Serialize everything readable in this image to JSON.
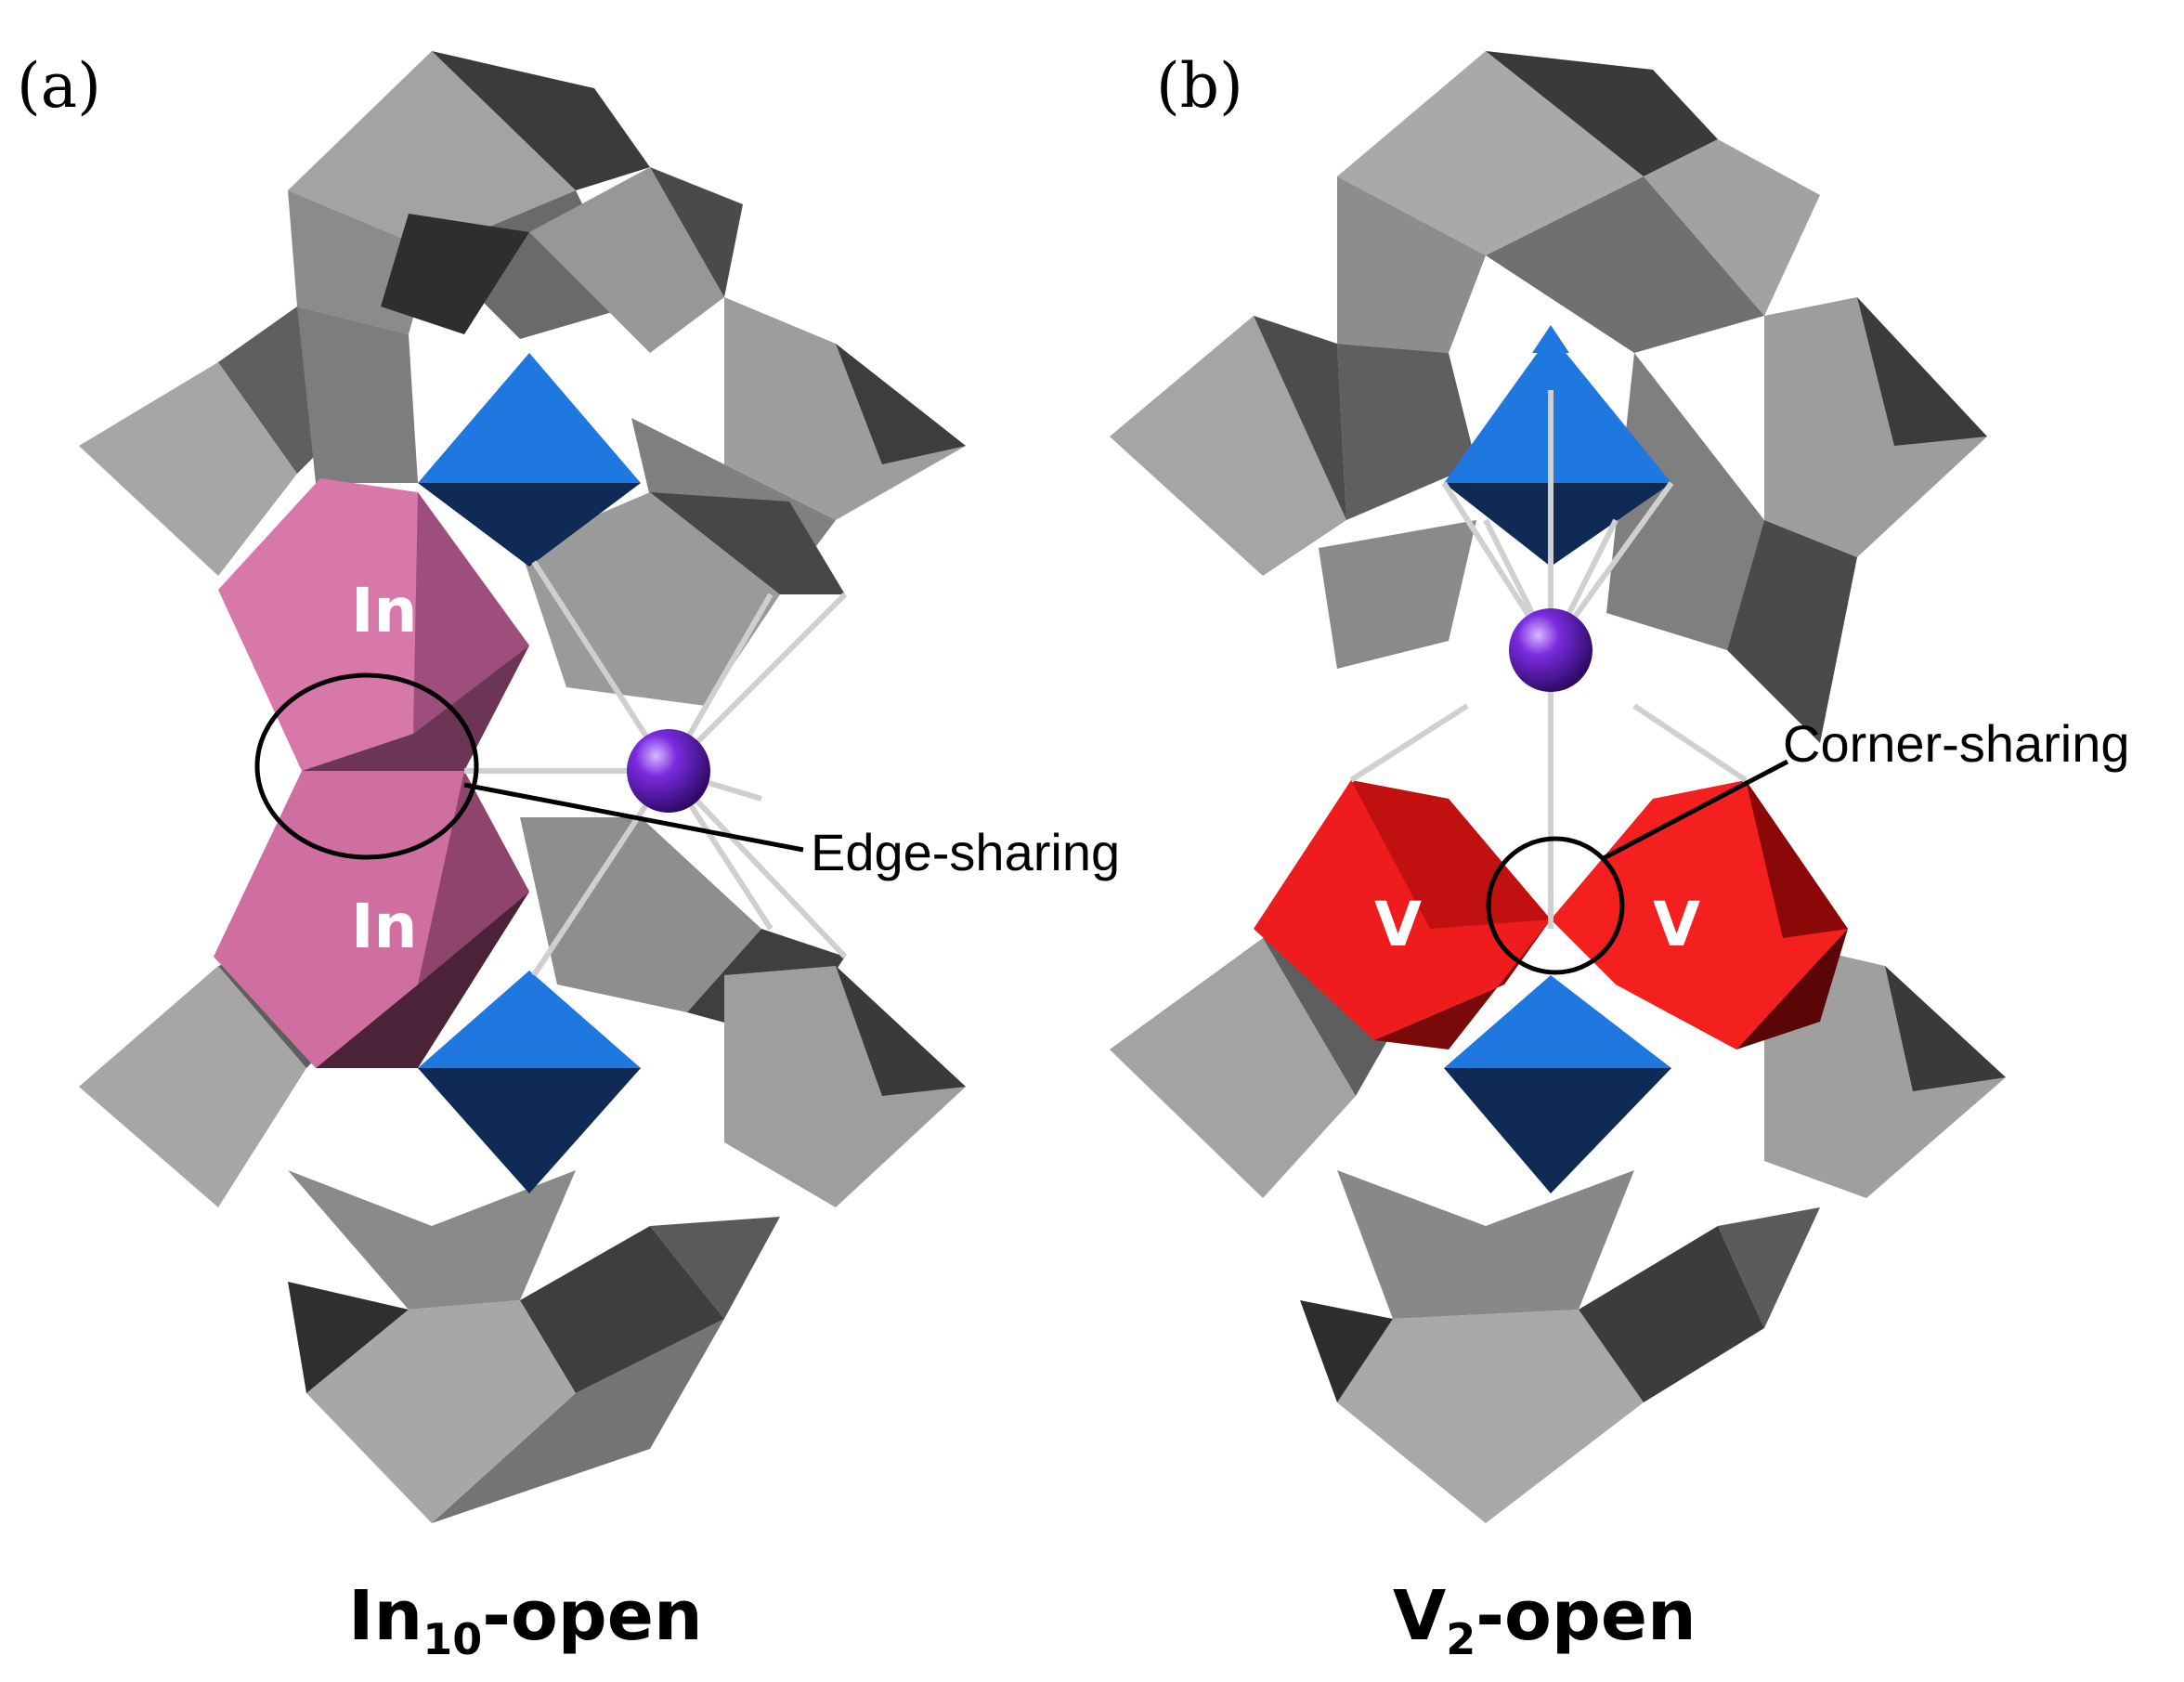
{
  "panels": {
    "a": {
      "label": "(a)",
      "metal_label_top": "In",
      "metal_label_bottom": "In",
      "annotation": "Edge-sharing",
      "caption_main": "In",
      "caption_sub": "10",
      "caption_suffix": "-open"
    },
    "b": {
      "label": "(b)",
      "metal_label_left": "V",
      "metal_label_right": "V",
      "annotation": "Corner-sharing",
      "caption_main": "V",
      "caption_sub": "2",
      "caption_suffix": "-open"
    }
  },
  "colors": {
    "polyhedron_light": "#a9a9a9",
    "polyhedron_mid": "#8a8a8a",
    "polyhedron_dark": "#3a3a3a",
    "central_blue": "#1f78e0",
    "central_navy": "#0f2a55",
    "indium_pink": "#d877aa",
    "vanadium_red": "#ee1c1c",
    "cation_purple": "#6a1bc7"
  }
}
